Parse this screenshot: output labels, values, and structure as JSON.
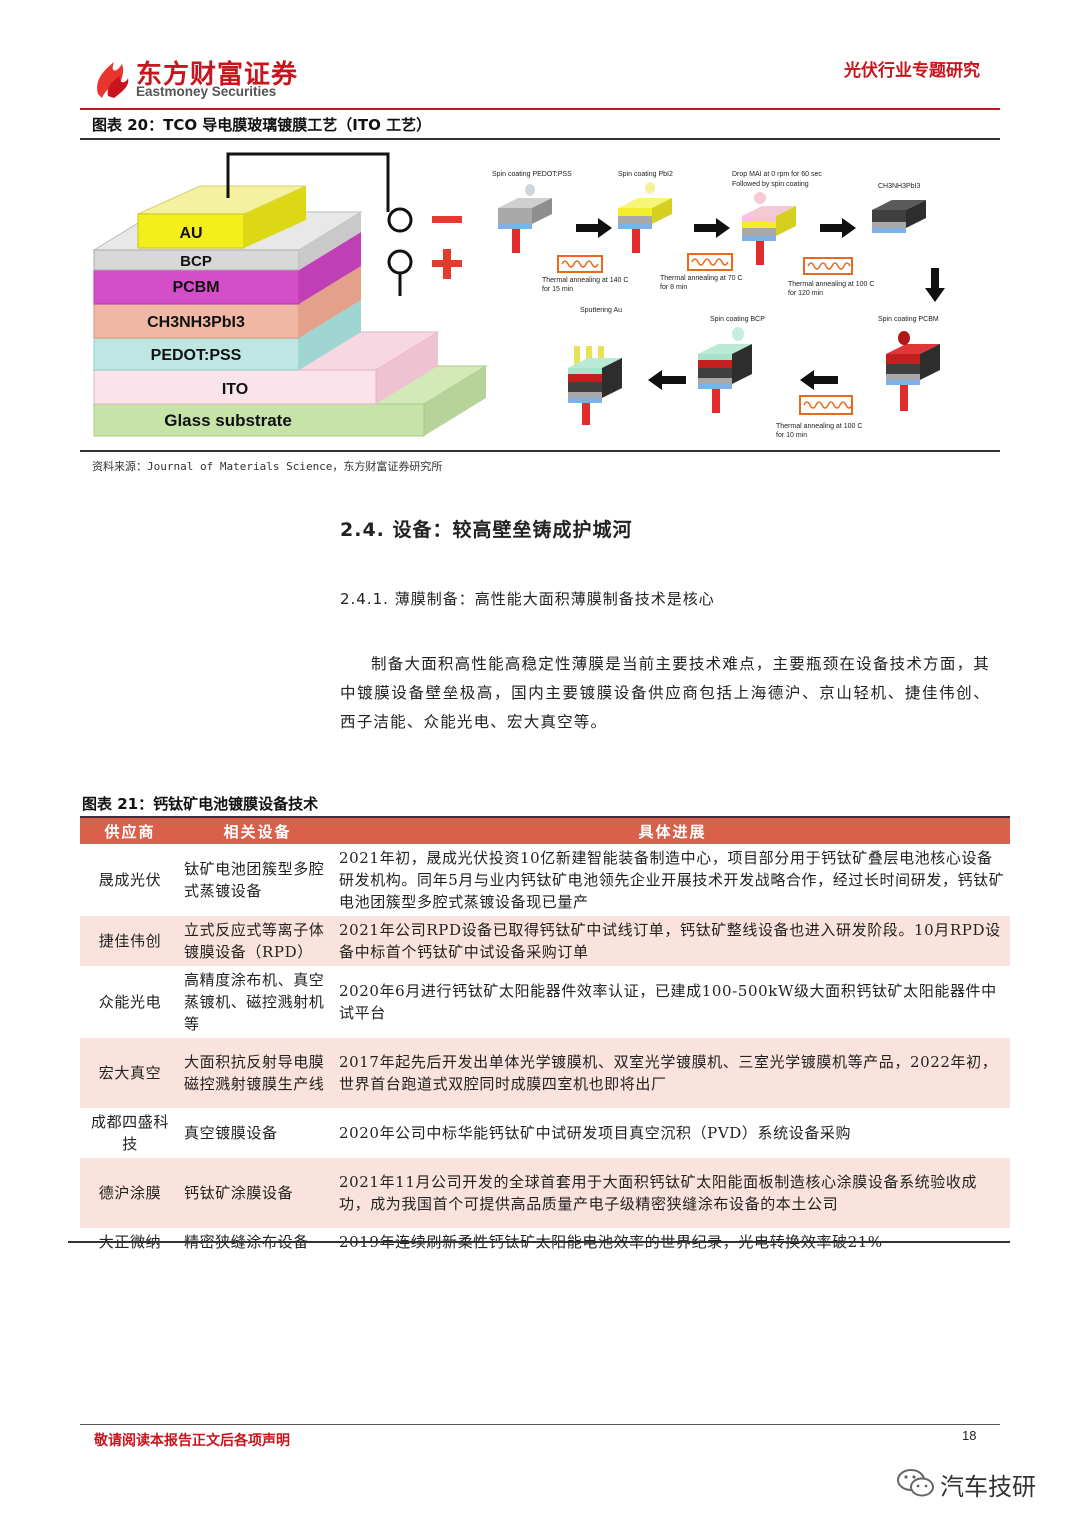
{
  "header": {
    "logo_cn": "东方财富证券",
    "logo_en": "Eastmoney Securities",
    "report_type": "光伏行业专题研究"
  },
  "figure20": {
    "title": "图表 20：TCO 导电膜玻璃镀膜工艺（ITO 工艺）",
    "layers": [
      "AU",
      "BCP",
      "PCBM",
      "CH3NH3PbI3",
      "PEDOT:PSS",
      "ITO",
      "Glass substrate"
    ],
    "polarity_minus": "−",
    "polarity_plus": "+",
    "steps": {
      "s1": "Spin coating PEDOT:PSS",
      "s2": "Spin coating PbI2",
      "s3a": "Drop MAI at 0 rpm for 60 sec",
      "s3b": "Followed by spin coating",
      "s4": "CH3NH3PbI3",
      "a1a": "Thermal annealing at 140 C",
      "a1b": "for 15 min",
      "a2a": "Thermal annealing at 70 C",
      "a2b": "for 8 min",
      "a3a": "Thermal annealing at 100 C",
      "a3b": "for 120 min",
      "s5": "Spin coating PCBM",
      "s6": "Spin coating BCP",
      "s7": "Sputtering Au",
      "a4a": "Thermal annealing at 100 C",
      "a4b": "for 10 min"
    },
    "source": "资料来源：Journal of Materials Science，东方财富证券研究所"
  },
  "section": {
    "title": "2.4. 设备：较高壁垒铸成护城河",
    "subtitle": "2.4.1. 薄膜制备：高性能大面积薄膜制备技术是核心",
    "paragraph": "制备大面积高性能高稳定性薄膜是当前主要技术难点，主要瓶颈在设备技术方面，其中镀膜设备壁垒极高，国内主要镀膜设备供应商包括上海德沪、京山轻机、捷佳伟创、西子洁能、众能光电、宏大真空等。"
  },
  "table21": {
    "title": "图表 21：钙钛矿电池镀膜设备技术",
    "headers": [
      "供应商",
      "相关设备",
      "具体进展"
    ],
    "rows": [
      {
        "supplier": "晟成光伏",
        "equipment": "钛矿电池团簇型多腔式蒸镀设备",
        "progress": "2021年初，晟成光伏投资10亿新建智能装备制造中心，项目部分用于钙钛矿叠层电池核心设备研发机构。同年5月与业内钙钛矿电池领先企业开展技术开发战略合作，经过长时间研发，钙钛矿电池团簇型多腔式蒸镀设备现已量产"
      },
      {
        "supplier": "捷佳伟创",
        "equipment": "立式反应式等离子体镀膜设备（RPD）",
        "progress": "2021年公司RPD设备已取得钙钛矿中试线订单，钙钛矿整线设备也进入研发阶段。10月RPD设备中标首个钙钛矿中试设备采购订单"
      },
      {
        "supplier": "众能光电",
        "equipment": "高精度涂布机、真空蒸镀机、磁控溅射机等",
        "progress": "2020年6月进行钙钛矿太阳能器件效率认证，已建成100-500kW级大面积钙钛矿太阳能器件中试平台"
      },
      {
        "supplier": "宏大真空",
        "equipment": "大面积抗反射导电膜磁控溅射镀膜生产线",
        "progress": "2017年起先后开发出单体光学镀膜机、双室光学镀膜机、三室光学镀膜机等产品，2022年初，世界首台跑道式双腔同时成膜四室机也即将出厂"
      },
      {
        "supplier": "成都四盛科技",
        "equipment": "真空镀膜设备",
        "progress": "2020年公司中标华能钙钛矿中试研发项目真空沉积（PVD）系统设备采购"
      },
      {
        "supplier": "德沪涂膜",
        "equipment": "钙钛矿涂膜设备",
        "progress": "2021年11月公司开发的全球首套用于大面积钙钛矿太阳能面板制造核心涂膜设备系统验收成功，成为我国首个可提供高品质量产电子级精密狭缝涂布设备的本土公司"
      },
      {
        "supplier": "大正微纳",
        "equipment": "精密狭缝涂布设备",
        "progress": "2019年连续刷新柔性钙钛矿太阳能电池效率的世界纪录，光电转换效率破21%"
      }
    ]
  },
  "footer": {
    "disclaimer": "敬请阅读本报告正文后各项声明",
    "page": "18",
    "watermark": "汽车技研"
  },
  "colors": {
    "brand": "#c8141c",
    "table_header": "#d9604a",
    "table_stripe": "#fbe3dd"
  }
}
